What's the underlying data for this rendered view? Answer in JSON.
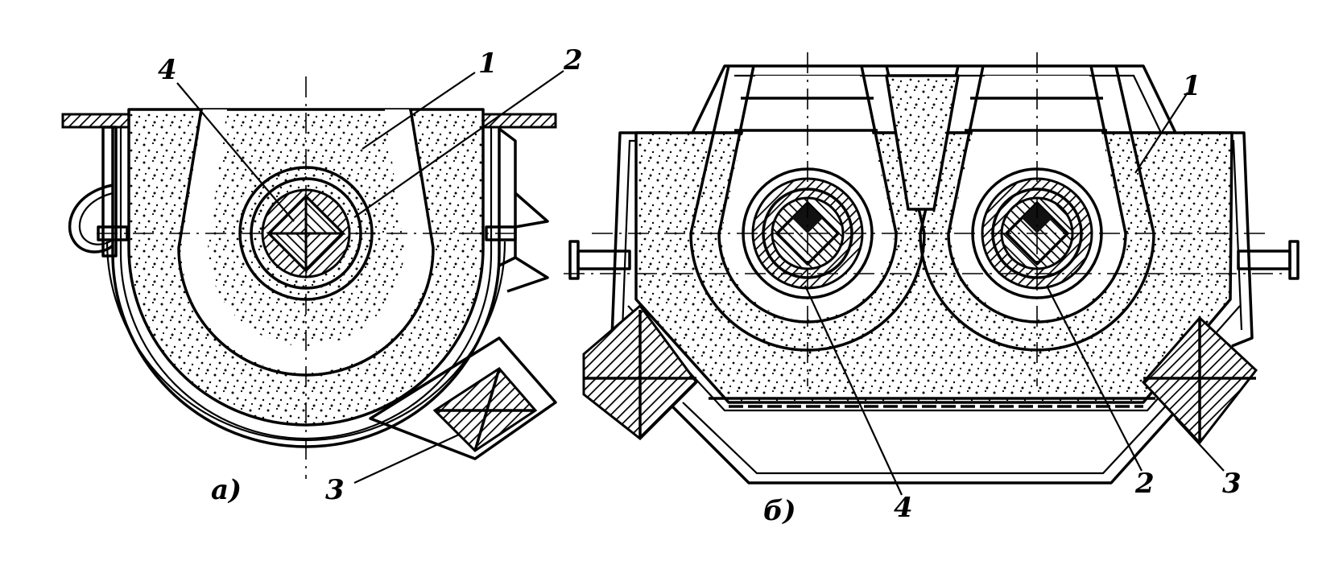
{
  "figure": {
    "a": {
      "caption": "а)",
      "callouts": [
        "1",
        "2",
        "3",
        "4"
      ]
    },
    "b": {
      "caption": "б)",
      "callouts": [
        "1",
        "2",
        "3",
        "4"
      ]
    }
  }
}
